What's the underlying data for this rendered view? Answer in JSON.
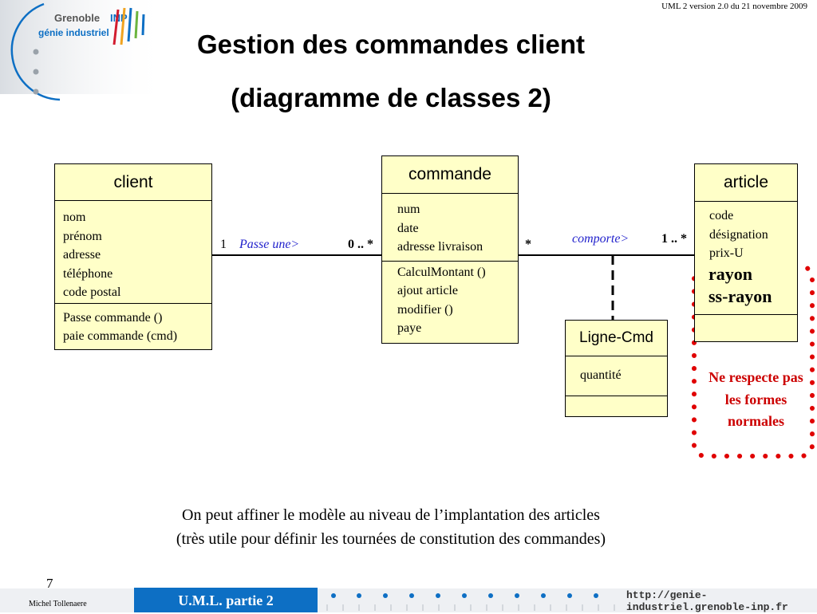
{
  "header": {
    "version_note": "UML 2 version 2.0  du  21 novembre 2009",
    "logo_line1": "Grenoble",
    "logo_inp": "INP",
    "logo_line2": "génie industriel"
  },
  "title": {
    "line1": "Gestion des commandes client",
    "line2": "(diagramme de classes 2)"
  },
  "diagram": {
    "classes": [
      {
        "name": "client",
        "attributes": [
          "nom",
          "prénom",
          "adresse",
          "téléphone",
          "code postal"
        ],
        "operations": [
          "Passe commande ()",
          "paie commande (cmd)"
        ]
      },
      {
        "name": "commande",
        "attributes": [
          "num",
          "date",
          "adresse livraison"
        ],
        "operations": [
          "CalculMontant ()",
          "ajout article",
          "modifier ()",
          "paye"
        ]
      },
      {
        "name": "article",
        "attributes": [
          "code",
          "désignation",
          "prix-U"
        ],
        "bold_attributes": [
          "rayon",
          "ss-rayon"
        ],
        "operations": []
      },
      {
        "name": "Ligne-Cmd",
        "attributes": [
          "quantité"
        ],
        "operations": []
      }
    ],
    "associations": [
      {
        "role": "Passe une>",
        "mult_left": "1",
        "mult_right": "0 .. *"
      },
      {
        "role": "comporte>",
        "mult_left": "*",
        "mult_right": "1 .. *"
      }
    ],
    "note": {
      "text": "Ne respecte pas les formes normales"
    }
  },
  "caption": {
    "line1": "On peut affiner le modèle au niveau de l’implantation des articles",
    "line2": "(très utile pour définir les tournées de constitution des commandes)"
  },
  "footer": {
    "page_number": "7",
    "author": "Michel Tollenaere",
    "course_label": "U.M.L. partie 2",
    "website": "http://genie-industriel.grenoble-inp.fr"
  },
  "colors": {
    "class_fill": "#ffffc8",
    "note_dots": "#e00000",
    "accent_blue": "#0d6fc4",
    "role_text": "#2222cc"
  }
}
